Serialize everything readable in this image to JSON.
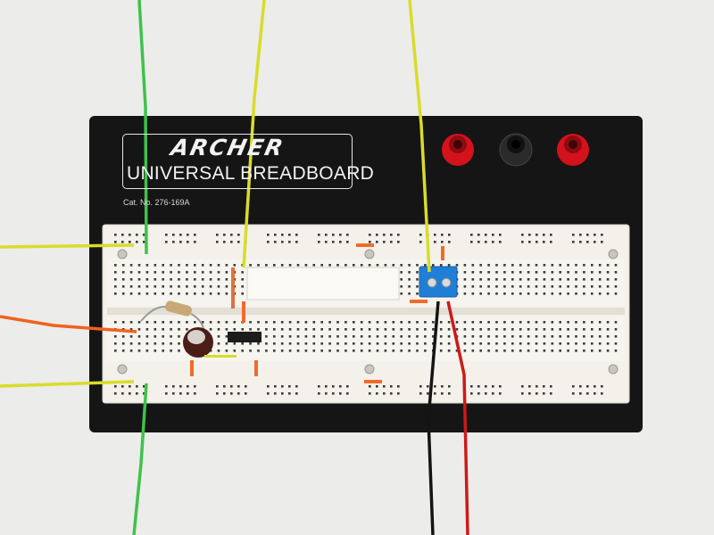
{
  "board": {
    "logo": "ARCHER",
    "title": "UNIVERSAL BREADBOARD",
    "catalog": "Cat. No. 276-169A"
  },
  "binding_posts": [
    {
      "name": "binding-post-red-left",
      "color": "#d4121c"
    },
    {
      "name": "binding-post-black",
      "color": "#1a1a1a"
    },
    {
      "name": "binding-post-red-right",
      "color": "#d4121c"
    }
  ],
  "wires": [
    {
      "name": "green-wire-top",
      "color": "#3fc24a"
    },
    {
      "name": "yellow-wire-top-middle",
      "color": "#d9dc2a"
    },
    {
      "name": "yellow-wire-top-right",
      "color": "#d9dc2a"
    },
    {
      "name": "yellow-wire-left-upper",
      "color": "#d9dc2a"
    },
    {
      "name": "orange-wire-left",
      "color": "#f0621e"
    },
    {
      "name": "yellow-wire-left-lower",
      "color": "#d9dc2a"
    },
    {
      "name": "green-wire-bottom",
      "color": "#3fc24a"
    },
    {
      "name": "black-wire-bottom",
      "color": "#141414"
    },
    {
      "name": "red-wire-bottom",
      "color": "#cc1a1a"
    }
  ],
  "components": {
    "terminal_block_color": "#1f7fd6",
    "capacitor_color": "#4a1e17",
    "ic_color": "#1c1c1c",
    "jumper_color": "#f26a2a"
  },
  "colors": {
    "background": "#ececea",
    "board": "#151515",
    "breadboard": "#f3f1ea"
  }
}
